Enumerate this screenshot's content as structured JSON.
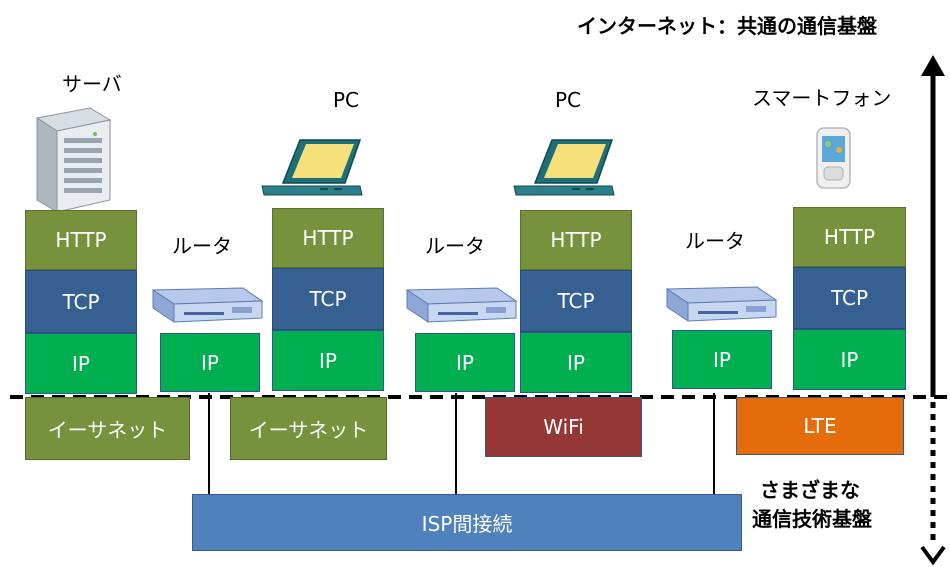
{
  "title": "インターネット：共通の通信基盤",
  "bottom_note": [
    "さまざまな",
    "通信技術基盤"
  ],
  "nodes": {
    "server": {
      "label": "サーバ",
      "layers": [
        "HTTP",
        "TCP",
        "IP"
      ],
      "link": "イーサネット"
    },
    "router1": {
      "label": "ルータ",
      "layers": [
        "IP"
      ]
    },
    "pc1": {
      "label": "PC",
      "layers": [
        "HTTP",
        "TCP",
        "IP"
      ],
      "link": "イーサネット"
    },
    "router2": {
      "label": "ルータ",
      "layers": [
        "IP"
      ]
    },
    "pc2": {
      "label": "PC",
      "layers": [
        "HTTP",
        "TCP",
        "IP"
      ],
      "link": "WiFi"
    },
    "router3": {
      "label": "ルータ",
      "layers": [
        "IP"
      ]
    },
    "phone": {
      "label": "スマートフォン",
      "layers": [
        "HTTP",
        "TCP",
        "IP"
      ],
      "link": "LTE"
    }
  },
  "isp": "ISP間接続",
  "colors": {
    "http": "#76923c",
    "tcp": "#366092",
    "ip": "#00b050",
    "ethernet": "#76923c",
    "wifi": "#953735",
    "lte": "#e46c0a",
    "isp": "#4f81bd"
  }
}
